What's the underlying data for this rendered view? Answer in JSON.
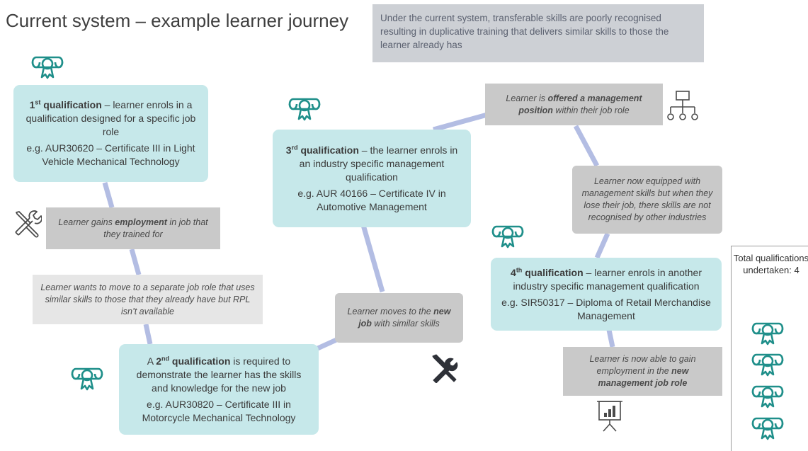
{
  "title": "Current system – example learner journey",
  "intro": "Under the current system, transferable skills are poorly recognised resulting in duplicative training that delivers similar skills to those the learner already has",
  "q1": {
    "ord": "1",
    "sup": "st",
    "head": " qualification",
    "text": " – learner enrols in a qualification designed for a specific job role",
    "example": "e.g. AUR30620 – Certificate III in Light Vehicle Mechanical Technology"
  },
  "q2": {
    "pre": "A ",
    "ord": "2",
    "sup": "nd",
    "head": " qualification",
    "text": " is required to demonstrate the learner has the skills and knowledge for the new job",
    "example": "e.g. AUR30820 – Certificate III in Motorcycle Mechanical Technology"
  },
  "q3": {
    "ord": "3",
    "sup": "rd",
    "head": " qualification",
    "text": " – the learner enrols in an industry specific management qualification",
    "example": "e.g. AUR 40166 – Certificate IV in Automotive Management"
  },
  "q4": {
    "ord": "4",
    "sup": "th",
    "head": " qualification",
    "text": " – learner enrols in another industry specific management qualification",
    "example": "e.g. SIR50317 – Diploma of Retail Merchandise Management"
  },
  "notes": {
    "employment": {
      "a": "Learner gains ",
      "b": "employment",
      "c": " in job that they trained for"
    },
    "move_role": "Learner wants to move to a separate job role that uses similar skills to those that they already have but RPL isn’t available",
    "new_job": {
      "a": "Learner moves to the ",
      "b": "new job",
      "c": " with similar skills"
    },
    "offered": {
      "a": "Learner is ",
      "b": "offered a management position",
      "c": " within their job role"
    },
    "equipped": "Learner now equipped with management skills but when they lose their job, there skills are not recognised by other industries",
    "gain": {
      "a": "Learner is now able to gain employment in the ",
      "b": "new management job role",
      "c": ""
    }
  },
  "total": {
    "label": "Total qualifications undertaken: 4"
  },
  "colors": {
    "teal_box": "#c6e8ea",
    "grey_box": "#c9c9c9",
    "light_grey_box": "#e6e6e6",
    "icon_teal": "#1f8f8a",
    "connector": "#b3bde3"
  },
  "icons": [
    "certificate-icon",
    "tools-icon",
    "org-chart-icon",
    "presentation-chart-icon"
  ]
}
